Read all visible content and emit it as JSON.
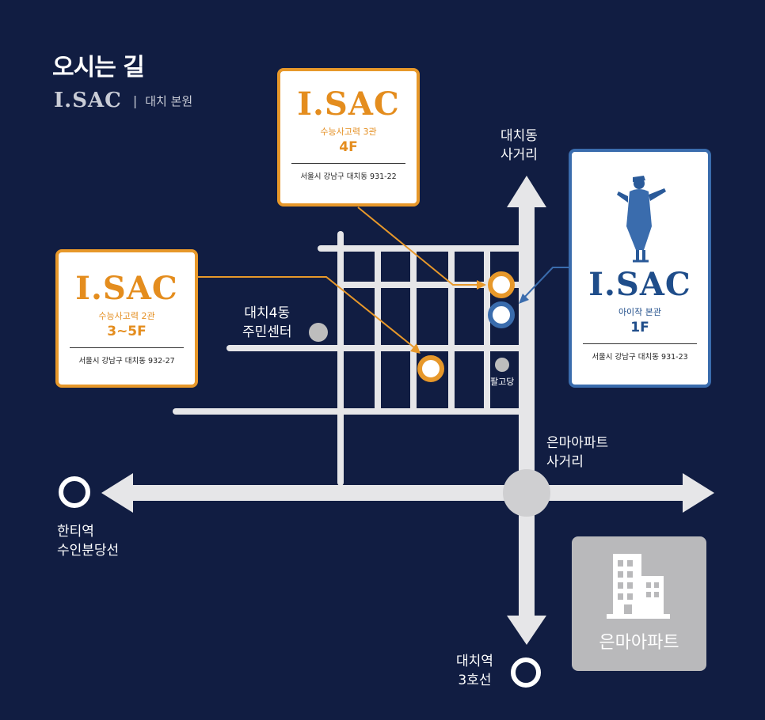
{
  "header": {
    "title": "오시는 길",
    "brand": "I.SAC",
    "separator": "|",
    "branch": "대치 본원"
  },
  "cards": {
    "card_3": {
      "brand": "I.SAC",
      "name": "수능사고력 3관",
      "floor": "4F",
      "address": "서울시 강남구 대치동 931-22"
    },
    "card_2": {
      "brand": "I.SAC",
      "name": "수능사고력 2관",
      "floor": "3~5F",
      "address": "서울시 강남구 대치동 932-27"
    },
    "card_main": {
      "brand": "I.SAC",
      "name": "아이작 본관",
      "floor": "1F",
      "address": "서울시 강남구 대치동 931-23"
    }
  },
  "places": {
    "daechi_intersection": [
      "대치동",
      "사거리"
    ],
    "community_center": [
      "대치4동",
      "주민센터"
    ],
    "palgodang": "팔고당",
    "eunma_intersection": [
      "은마아파트",
      "사거리"
    ],
    "hanti_station": [
      "한티역",
      "수인분당선"
    ],
    "daechi_station": [
      "대치역",
      "3호선"
    ],
    "eunma_apartment": "은마아파트"
  },
  "colors": {
    "background": "#111d42",
    "road": "#e6e6e8",
    "orange": "#e7982a",
    "blue": "#3a6cad",
    "gray_marker": "#bdbdbd",
    "apartment_box": "#b9b9bb"
  },
  "icons": {
    "mascot": "book-reader-figure-icon",
    "building": "building-icon",
    "station": "station-ring-icon"
  }
}
